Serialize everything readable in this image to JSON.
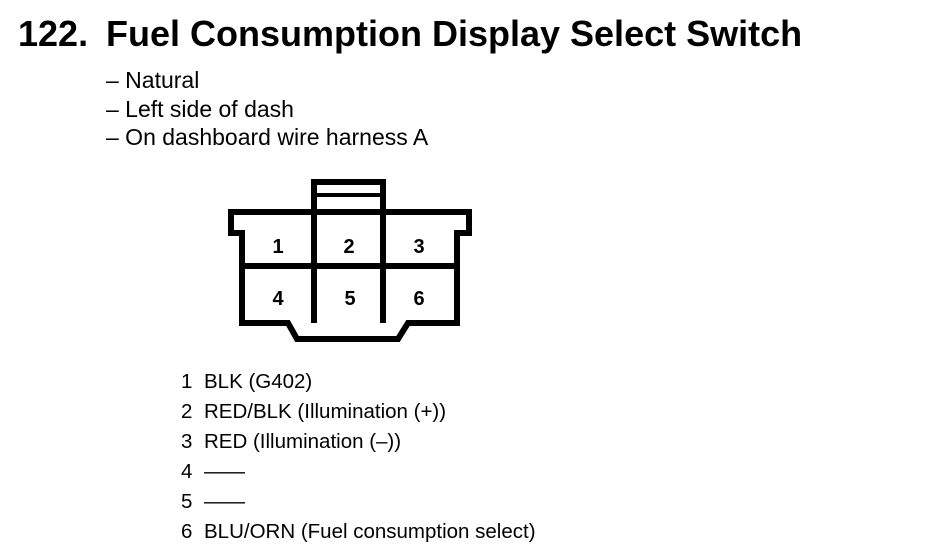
{
  "header": {
    "number": "122.",
    "title": "Fuel Consumption Display Select Switch"
  },
  "notes": [
    "– Natural",
    "– Left side of dash",
    "– On dashboard wire harness A"
  ],
  "connector": {
    "pins_top": [
      "1",
      "2",
      "3"
    ],
    "pins_bottom": [
      "4",
      "5",
      "6"
    ]
  },
  "pinout": [
    {
      "pin": "1",
      "wire": "BLK (G402)"
    },
    {
      "pin": "2",
      "wire": "RED/BLK (Illumination (+))"
    },
    {
      "pin": "3",
      "wire": "RED (Illumination (–))"
    },
    {
      "pin": "4",
      "wire": "——"
    },
    {
      "pin": "5",
      "wire": "——"
    },
    {
      "pin": "6",
      "wire": "BLU/ORN (Fuel consumption select)"
    }
  ]
}
